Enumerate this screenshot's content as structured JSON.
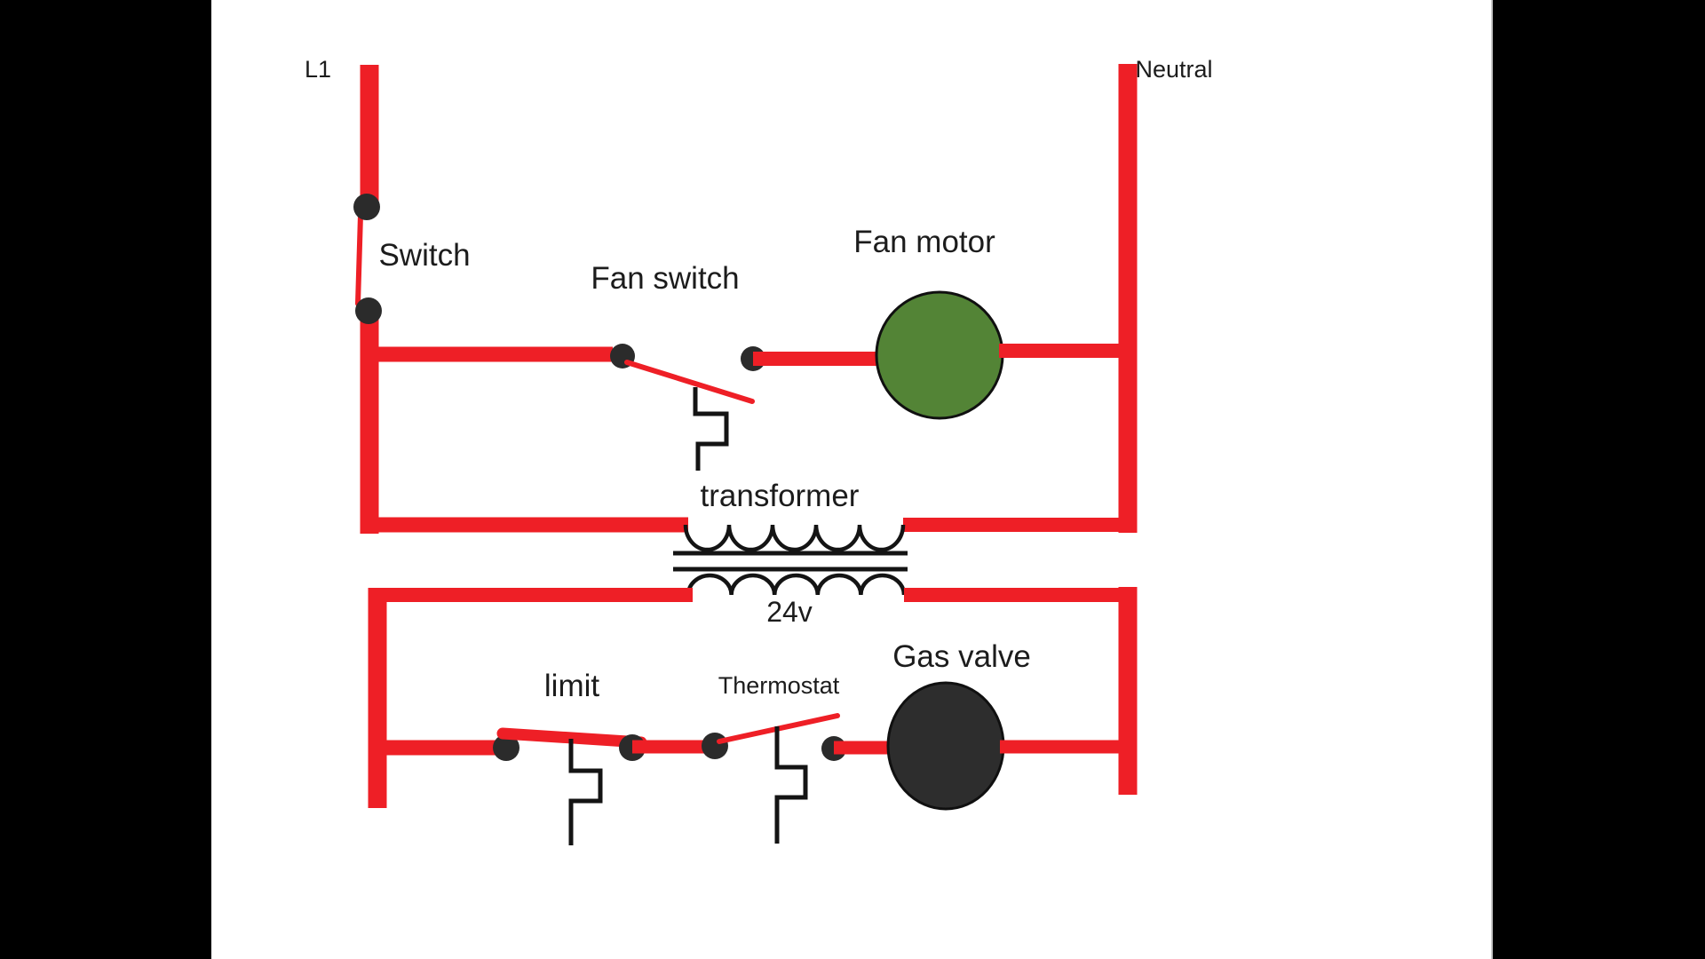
{
  "diagram": {
    "type": "hvac-ladder-wiring-diagram",
    "power_rails": [
      {
        "id": "l1",
        "label": "L1"
      },
      {
        "id": "neutral",
        "label": "Neutral"
      }
    ],
    "components": [
      {
        "id": "main-switch",
        "label": "Switch",
        "kind": "switch",
        "state": "closed"
      },
      {
        "id": "fan-switch",
        "label": "Fan switch",
        "kind": "temperature-switch",
        "state": "open"
      },
      {
        "id": "fan-motor",
        "label": "Fan motor",
        "kind": "motor"
      },
      {
        "id": "transformer",
        "label": "transformer",
        "kind": "transformer",
        "secondary_label": "24v"
      },
      {
        "id": "limit-switch",
        "label": "limit",
        "kind": "temperature-switch",
        "state": "closed"
      },
      {
        "id": "thermostat",
        "label": "Thermostat",
        "kind": "temperature-switch",
        "state": "open"
      },
      {
        "id": "gas-valve",
        "label": "Gas valve",
        "kind": "valve"
      }
    ],
    "colors": {
      "wire": "#ee1f26",
      "symbol": "#141414",
      "dot": "#2b2b2b",
      "motor_fill": "#538436",
      "motor_stroke": "#101010",
      "valve_fill": "#2d2d2d",
      "panel": "#ffffff",
      "letterbox": "#000000",
      "label": "#1c1c1c"
    }
  }
}
